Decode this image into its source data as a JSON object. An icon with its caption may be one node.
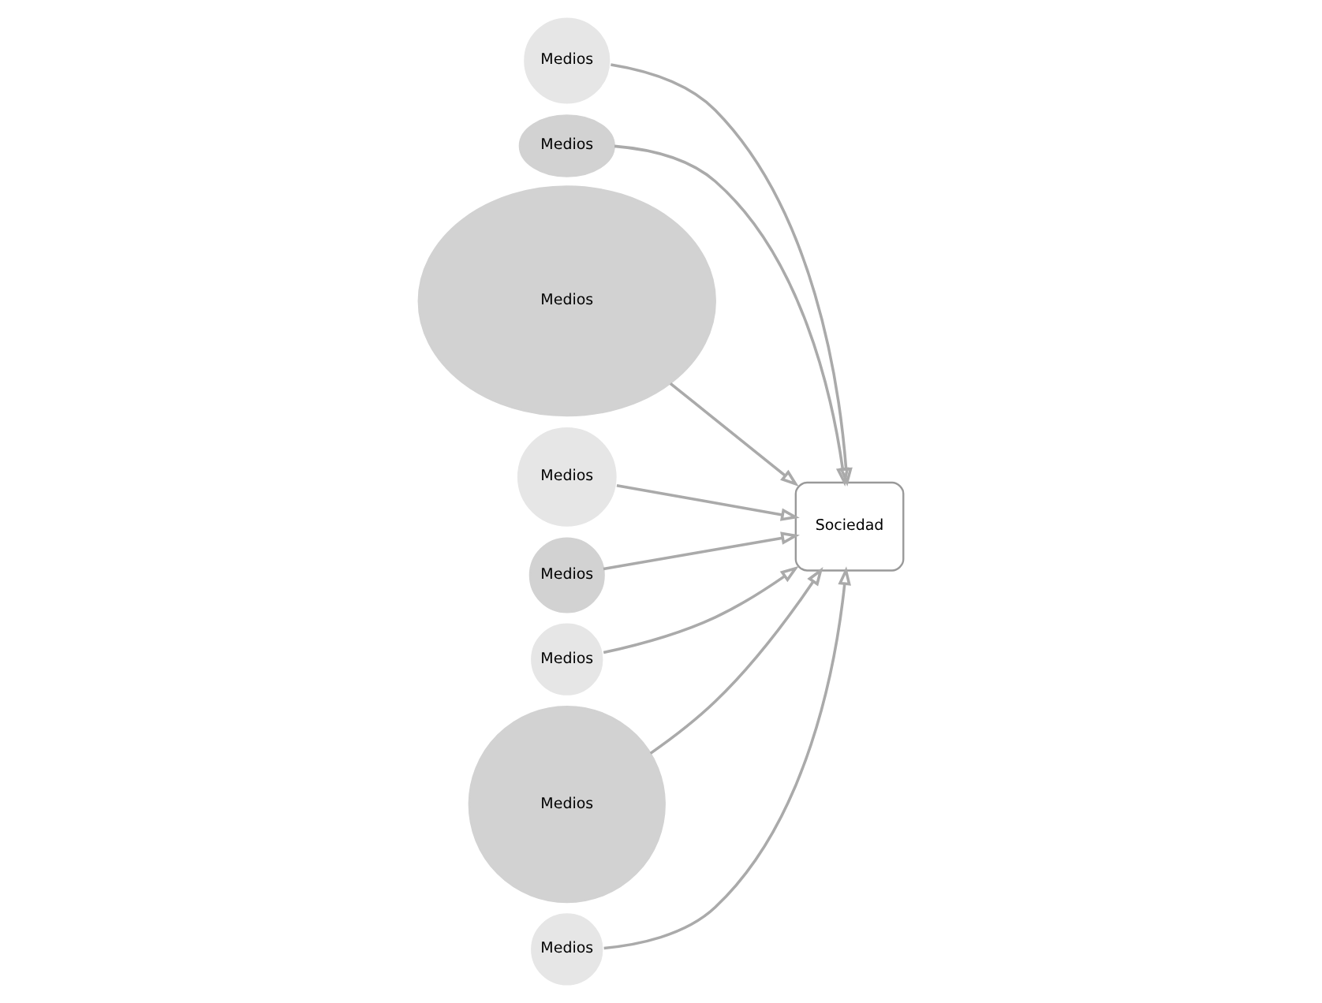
{
  "diagram": {
    "nodes": [
      {
        "text": [
          "Medios"
        ]
      },
      {
        "text": [
          "Medios"
        ]
      },
      {
        "text": [
          "Medios"
        ]
      },
      {
        "text": [
          "Medios"
        ]
      },
      {
        "text": [
          "Medios"
        ]
      },
      {
        "text": [
          "Medios"
        ]
      },
      {
        "text": [
          "Medios"
        ]
      },
      {
        "text": [
          "Medios"
        ]
      },
      {
        "text": [
          "Sociedad"
        ]
      }
    ],
    "edges": [
      {
        "from": 0,
        "to": 8,
        "arrow": "to"
      },
      {
        "from": 1,
        "to": 8,
        "arrow": "to"
      },
      {
        "from": 2,
        "to": 8,
        "arrow": "to"
      },
      {
        "from": 3,
        "to": 8,
        "arrow": "to"
      },
      {
        "from": 4,
        "to": 8,
        "arrow": "to"
      },
      {
        "from": 5,
        "to": 8,
        "arrow": "to"
      },
      {
        "from": 6,
        "to": 8,
        "arrow": "to"
      },
      {
        "from": 7,
        "to": 8,
        "arrow": "to"
      }
    ]
  }
}
